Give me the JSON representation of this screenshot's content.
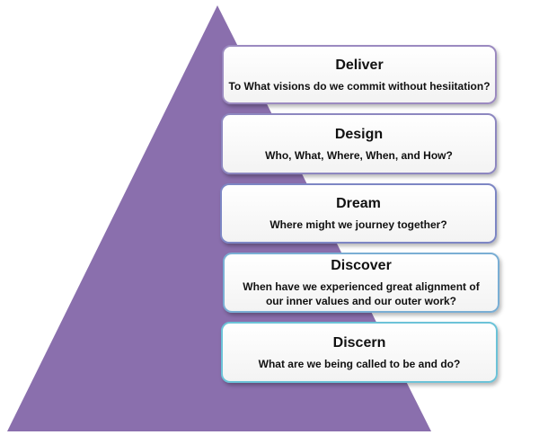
{
  "colors": {
    "pyramid_fill": "#8a6fad",
    "border_deliver": "#9b8ac0",
    "border_design": "#8d87c0",
    "border_dream": "#7d86c4",
    "border_discover": "#7aaed4",
    "border_discern": "#6cc3d8"
  },
  "stages": [
    {
      "title": "Deliver",
      "question": "To What visions do we commit without hesiitation?"
    },
    {
      "title": "Design",
      "question": "Who, What, Where, When, and How?"
    },
    {
      "title": "Dream",
      "question": "Where might we journey together?"
    },
    {
      "title": "Discover",
      "question": "When have we experienced great alignment of\nour inner values and our outer work?"
    },
    {
      "title": "Discern",
      "question": "What are we being called to be and do?"
    }
  ]
}
